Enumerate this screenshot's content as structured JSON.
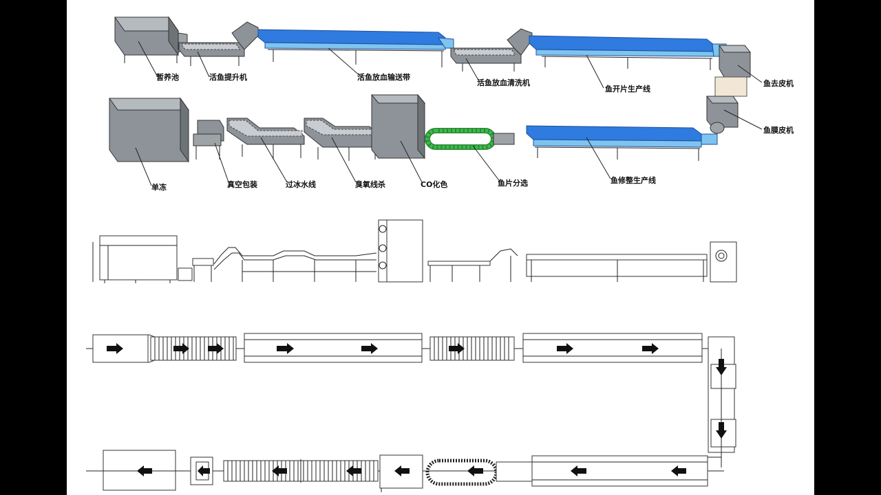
{
  "colors": {
    "background": "#000000",
    "canvas": "#ffffff",
    "machine_grey": "#8e9399",
    "conveyor_blue": "#2f7be0",
    "conveyor_light": "#7fc4f0",
    "sorter_green": "#3dbb4a",
    "line": "#222222"
  },
  "labels": {
    "holding_tank": "暂养池",
    "live_fish_elevator": "活鱼提升机",
    "bleeding_conveyor": "活鱼放血输送带",
    "bleeding_washer": "活鱼放血清洗机",
    "filleting_line": "鱼开片生产线",
    "skinning_machine": "鱼去皮机",
    "membrane_peeler": "鱼膜皮机",
    "single_freezer": "单冻",
    "vacuum_packing": "真空包装",
    "ice_glazing_line": "过冰水线",
    "ozone_sterilization": "臭氧线杀",
    "co_coloring": "CO化色",
    "fillet_sorting": "鱼片分选",
    "trimming_line": "鱼修整生产线"
  }
}
